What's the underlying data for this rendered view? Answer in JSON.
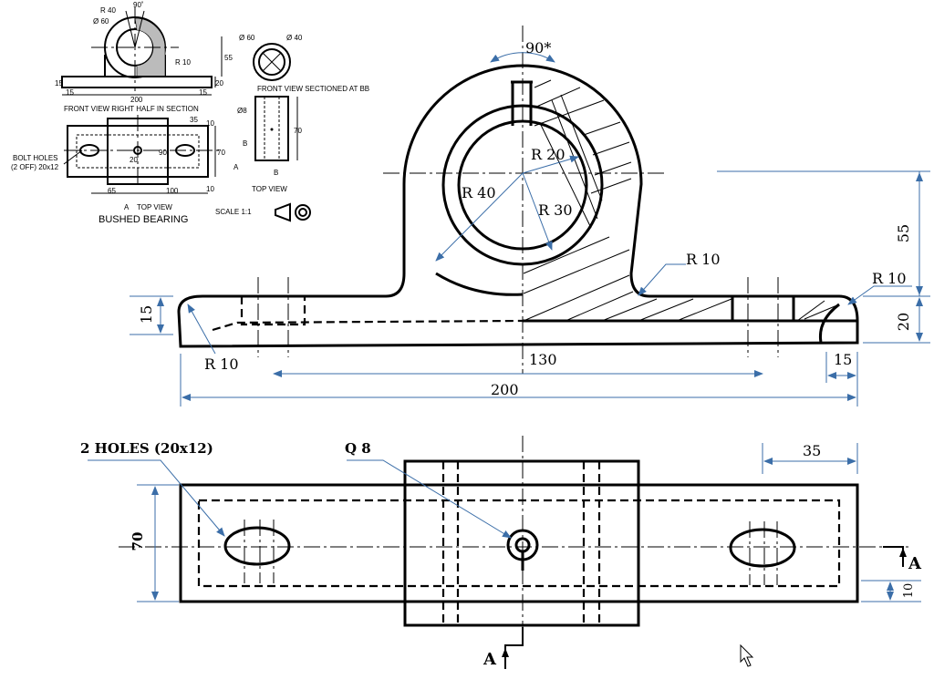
{
  "reference": {
    "title": "BUSHED BEARING",
    "scale": "SCALE 1:1",
    "front_caption": "FRONT VIEW RIGHT HALF IN SECTION",
    "section_caption": "FRONT VIEW SECTIONED AT BB",
    "top_caption": "TOP VIEW",
    "top_caption2": "TOP VIEW",
    "bolt_holes_1": "BOLT HOLES",
    "bolt_holes_2": "(2 OFF) 20x12",
    "r40": "R 40",
    "d60": "Ø 60",
    "ang90": "90˚",
    "r10": "R 10",
    "d55": "55",
    "d20": "20",
    "d15a": "15",
    "d15b": "15",
    "d15c": "15",
    "d200": "200",
    "sd60": "Ø 60",
    "sd40": "Ø 40",
    "d8": "Ø8",
    "d70": "70",
    "tv35": "35",
    "tv10a": "10",
    "tv10b": "10",
    "tv70": "70",
    "tv90": "90",
    "tv20": "20",
    "tv65": "65",
    "tv100": "100",
    "tvA": "A",
    "tvA2": "A",
    "tvB1": "B",
    "tvB2": "B"
  },
  "front_view": {
    "angle": "90*",
    "r20": "R 20",
    "r40": "R 40",
    "r30": "R 30",
    "r10_top": "R 10",
    "r10_right": "R 10",
    "r10_left": "R 10",
    "d55": "55",
    "d15_left": "15",
    "d20": "20",
    "d130": "130",
    "d15_right": "15",
    "d200": "200"
  },
  "top_view": {
    "holes_label": "2 HOLES (20x12)",
    "oil_hole_label": "Q 8",
    "d35": "35",
    "d70": "70",
    "d10": "10",
    "section_a_left": "A",
    "section_a_right": "A"
  }
}
